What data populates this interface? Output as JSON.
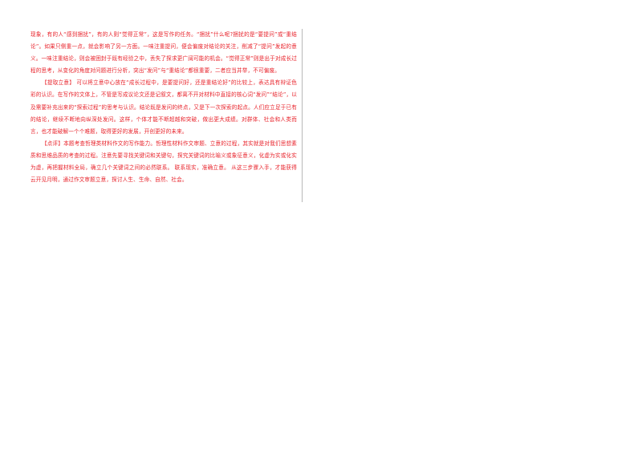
{
  "document": {
    "paragraphs": [
      {
        "indent": false,
        "text": "现象，有的人“感到捆扰”，有的人则“觉得正常”，这是写作的任务。“捆扰”什么呢?捆扰的是“要提问”或“重结论”。如果只侧重一点，就会影响了另一方面。一味注重提问，便会偏废对结论的关注，削减了“提问”发起的意义。一味注重结论，则会被困封于既有经验之中，丢失了探求更广阔可能的机会。“觉得正常”则是出于对成长过程的思考，从变化的角度对问题进行分析，突出“发问”与“重结论”都很重要，二者应当并举，不可偏废。"
      },
      {
        "indent": true,
        "text": "【提取立意】 可以将立意中心放在“成长过程中，是要提问好，还是重结论好”的比较上，表达具有辩证色彩的认识。在写作的文体上，不管是写成议论文还是记叙文，都离不开对材料中直接的核心词“发问”“结论”，以及需要补充出来的“探索过程”的思考与认识。结论既是发问的终点，又是下一次探索的起点。人们应立足于已有的结论，继续不断地向纵深处发问。这样，个体才能不断超越和突破，做出更大成绩。对群体、社会和人类而言，也才能破解一个个难题，取得更好的发展，开创更好的未来。"
      },
      {
        "indent": true,
        "text": "【点评】本题考查哲理类材料作文的写作能力。哲理性材料作文审题、立意的过程，其实就是对我们思想素质和思维品质的考查的过程。注意先要寻找关键词和关键句，探究关键词的比喻义或象征意义，化虚为实或化实为虚，再把握材料全局，确立几个关键词之间的必然联系。 联系现实，准确立意。 从这三步骤入手，才能获得云开见月明，通过作文审题立意，探讨人生、生命、自然、社会。"
      }
    ]
  }
}
